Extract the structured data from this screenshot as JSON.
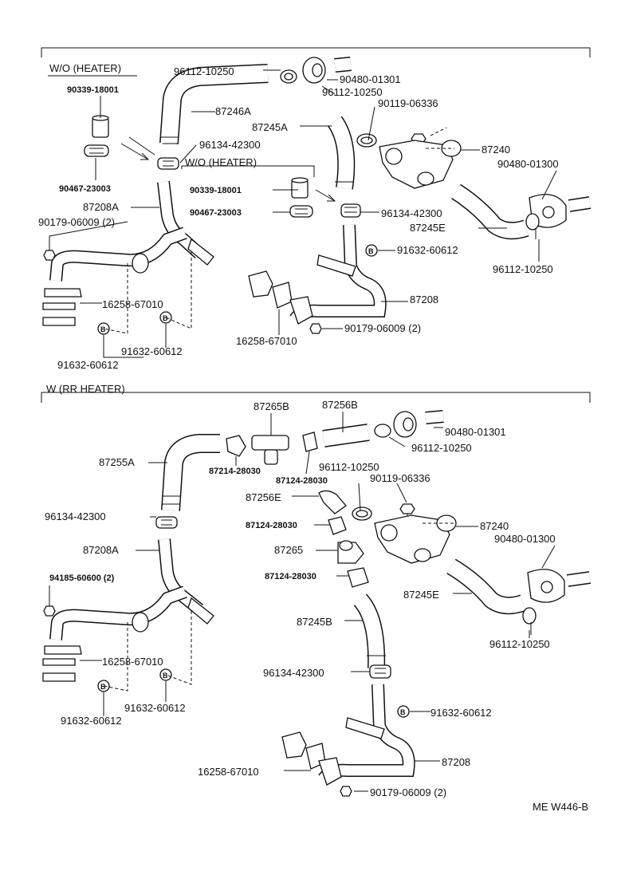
{
  "sections": {
    "top": {
      "title": "W/O (HEATER)",
      "sub_title": "W/O (HEATER)"
    },
    "bottom": {
      "title": "W (RR HEATER)"
    }
  },
  "top_labels": {
    "l1": "90339-18001",
    "l2": "90467-23003",
    "l3": "87208A",
    "l4": "90179-06009 (2)",
    "l5": "16258-67010",
    "l6": "91632-60612",
    "l7": "91632-60612",
    "l8": "96112-10250",
    "l9": "87246A",
    "l10": "96134-42300",
    "l11": "90339-18001",
    "l12": "90467-23003",
    "l13": "90480-01301",
    "l14": "96112-10250",
    "l15": "90119-06336",
    "l16": "87245A",
    "l17": "87240",
    "l18": "90480-01300",
    "l19": "96134-42300",
    "l20": "87245E",
    "l21": "91632-60612",
    "l22": "96112-10250",
    "l23": "87208",
    "l24": "90179-06009 (2)",
    "l25": "16258-67010"
  },
  "bottom_labels": {
    "b1": "87265B",
    "b2": "87256B",
    "b3": "90480-01301",
    "b4": "96112-10250",
    "b5": "87255A",
    "b6": "87214-28030",
    "b7": "87124-28030",
    "b8": "96112-10250",
    "b9": "90119-06336",
    "b10": "96134-42300",
    "b11": "87256E",
    "b12": "87124-28030",
    "b13": "87240",
    "b14": "87208A",
    "b15": "87265",
    "b16": "90480-01300",
    "b17": "94185-60600 (2)",
    "b18": "87124-28030",
    "b19": "87245E",
    "b20": "87245B",
    "b21": "96112-10250",
    "b22": "16258-67010",
    "b23": "91632-60612",
    "b24": "91632-60612",
    "b25": "96134-42300",
    "b26": "91632-60612",
    "b27": "16258-67010",
    "b28": "87208",
    "b29": "90179-06009 (2)"
  },
  "bolt_mark": "B",
  "footer": {
    "code": "ME  W446-B"
  }
}
